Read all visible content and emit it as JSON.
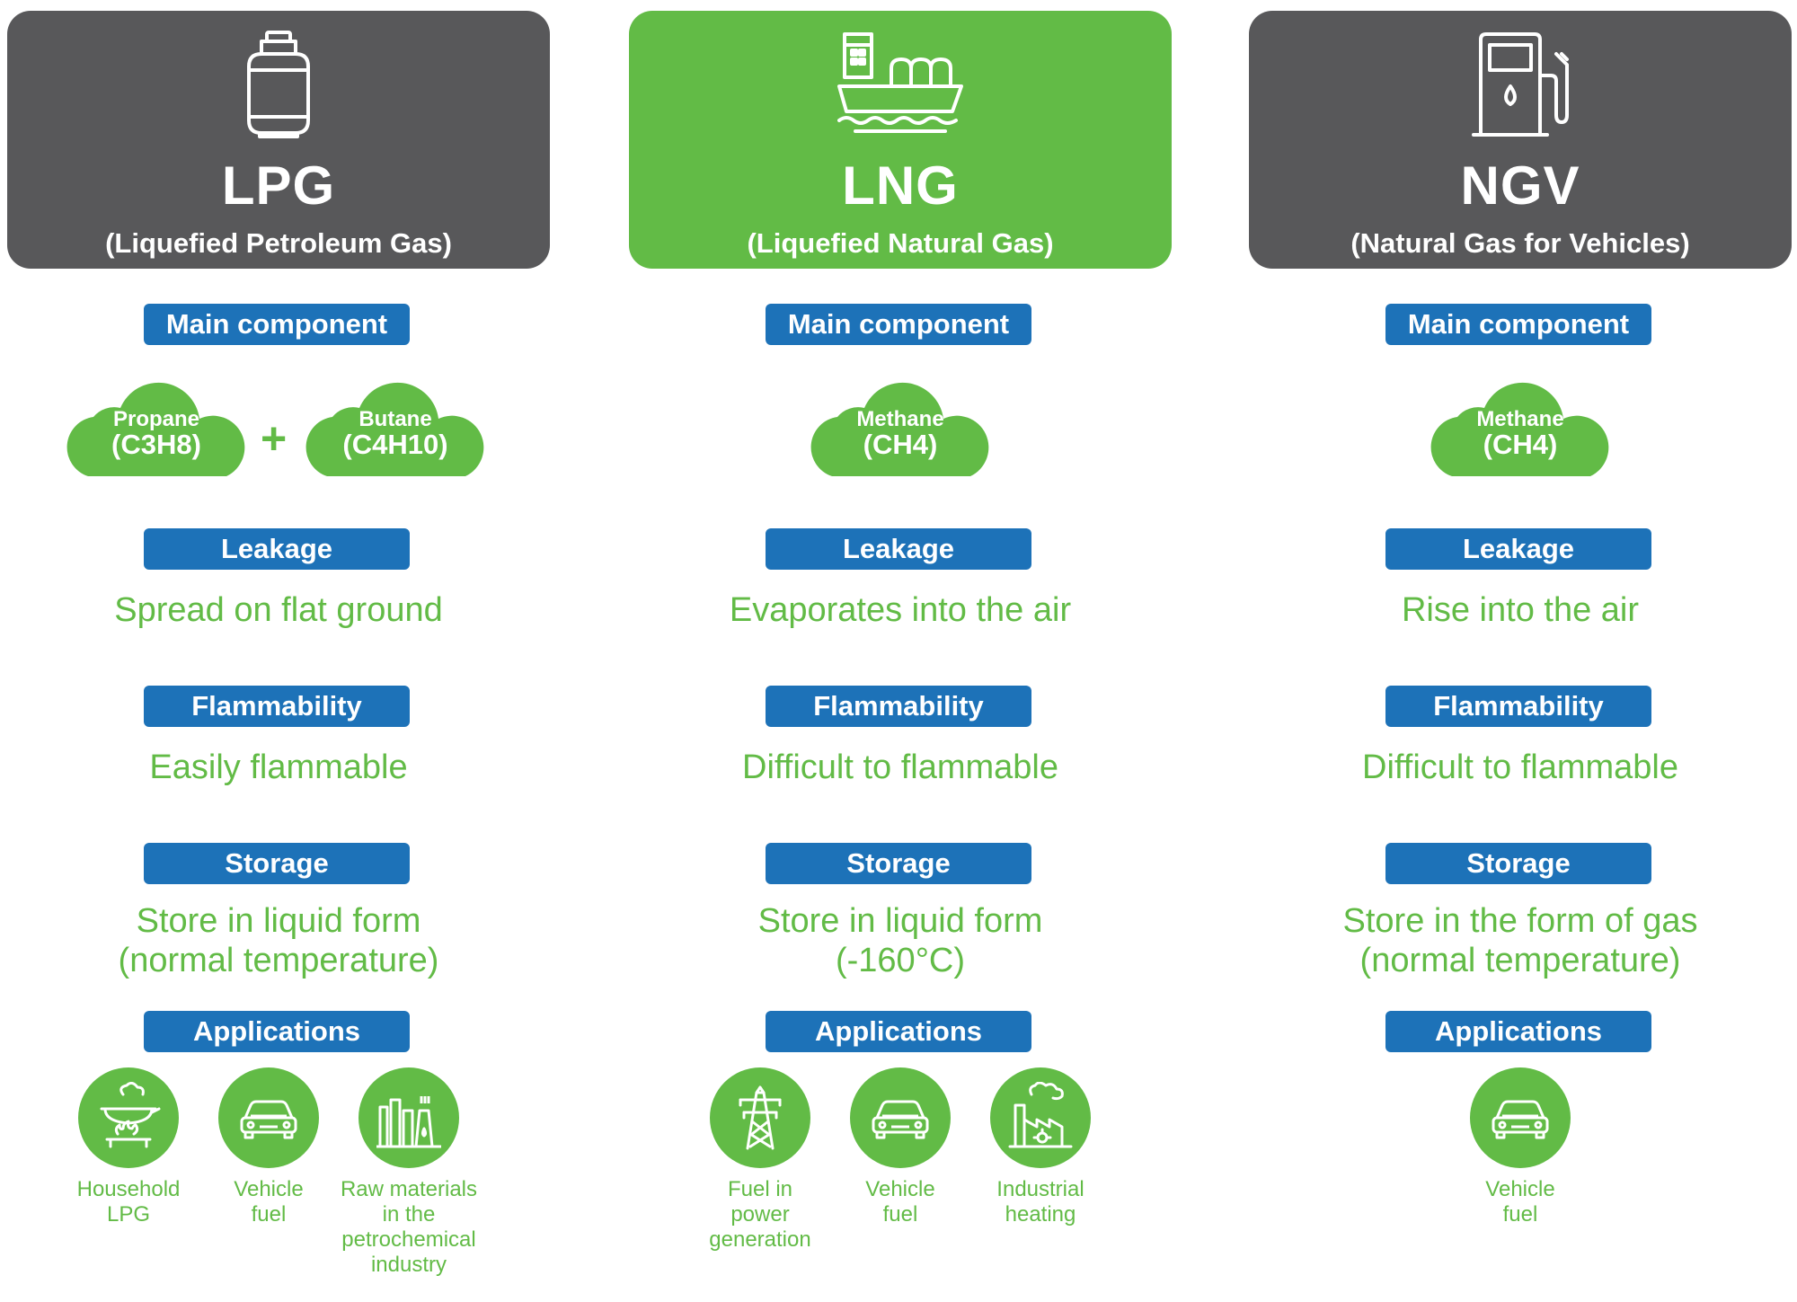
{
  "colors": {
    "dark": "#58585a",
    "green": "#62bb46",
    "blue": "#1d72b8"
  },
  "section_labels": {
    "main_component": "Main component",
    "leakage": "Leakage",
    "flammability": "Flammability",
    "storage": "Storage",
    "applications": "Applications"
  },
  "lpg": {
    "icon": "gas-cylinder-icon",
    "abbr": "LPG",
    "full": "(Liquefied Petroleum Gas)",
    "components": [
      {
        "name": "Propane",
        "formula": "(C3H8)"
      },
      {
        "name": "Butane",
        "formula": "(C4H10)"
      }
    ],
    "plus": "+",
    "leakage": "Spread on flat ground",
    "flammability": "Easily flammable",
    "storage_line1": "Store in liquid form",
    "storage_line2": "(normal temperature)",
    "applications": [
      {
        "icon": "household-stove-icon",
        "label": "Household\nLPG"
      },
      {
        "icon": "car-icon",
        "label": "Vehicle\nfuel"
      },
      {
        "icon": "petrochemical-plant-icon",
        "label": "Raw materials\nin the\npetrochemical\nindustry"
      }
    ]
  },
  "lng": {
    "icon": "lng-tanker-ship-icon",
    "abbr": "LNG",
    "full": "(Liquefied Natural Gas)",
    "components": [
      {
        "name": "Methane",
        "formula": "(CH4)"
      }
    ],
    "leakage": "Evaporates into the air",
    "flammability": "Difficult to flammable",
    "storage_line1": "Store in liquid form",
    "storage_line2": "(-160°C)",
    "applications": [
      {
        "icon": "power-tower-icon",
        "label": "Fuel in\npower\ngeneration"
      },
      {
        "icon": "car-icon",
        "label": "Vehicle\nfuel"
      },
      {
        "icon": "factory-heating-icon",
        "label": "Industrial\nheating"
      }
    ]
  },
  "ngv": {
    "icon": "fuel-pump-icon",
    "abbr": "NGV",
    "full": "(Natural Gas for Vehicles)",
    "components": [
      {
        "name": "Methane",
        "formula": "(CH4)"
      }
    ],
    "leakage": "Rise into the air",
    "flammability": "Difficult to flammable",
    "storage_line1": "Store in the form of gas",
    "storage_line2": "(normal temperature)",
    "applications": [
      {
        "icon": "car-icon",
        "label": "Vehicle\nfuel"
      }
    ]
  }
}
